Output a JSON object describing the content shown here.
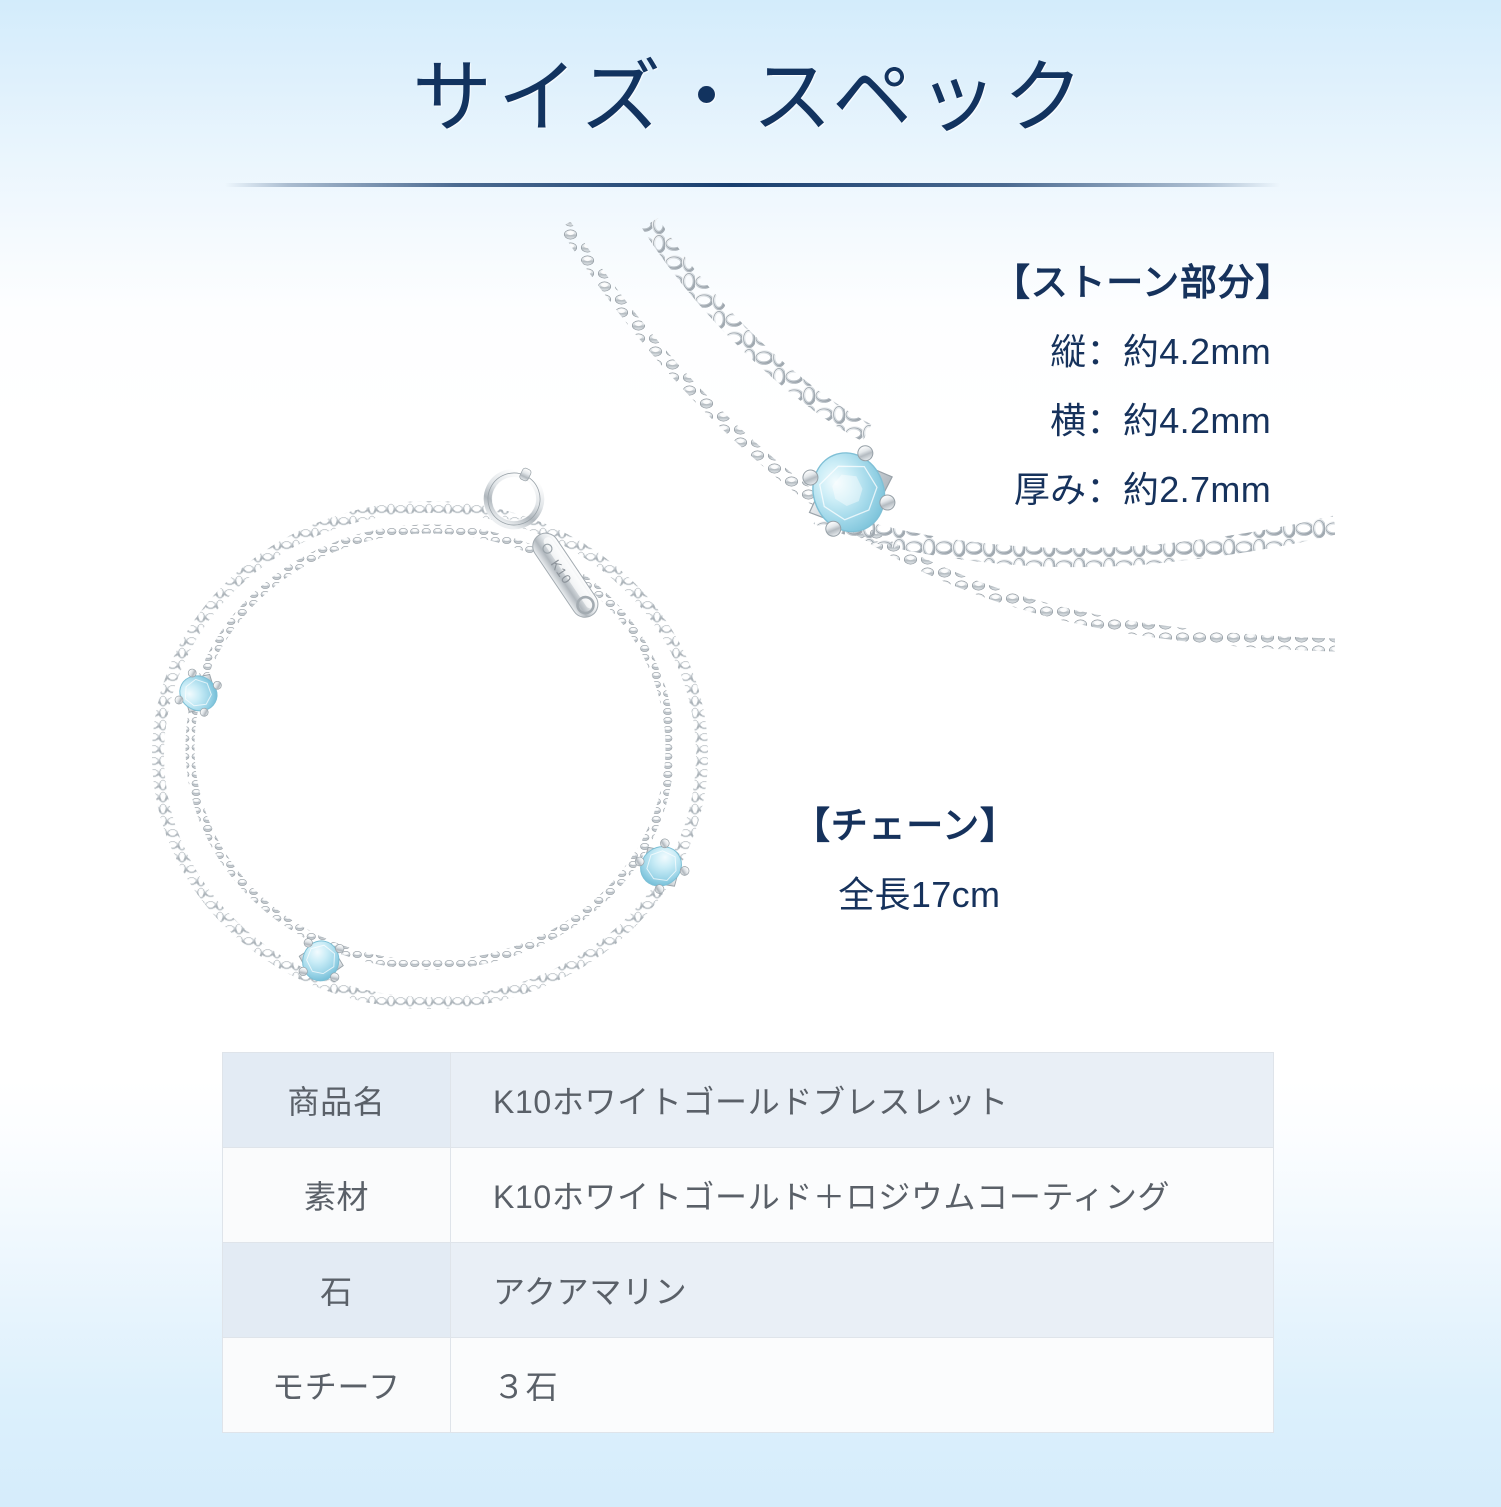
{
  "page": {
    "title": "サイズ・スペック",
    "accent_color": "#12335f",
    "text_color": "#16325c",
    "table_text_color": "#5a6068",
    "background_top_color": "#d3ecfb",
    "background_bottom_color": "#d5ecfb",
    "stone_color": "#a9dcee"
  },
  "stone_spec": {
    "heading": "【ストーン部分】",
    "lines": [
      "縦：約4.2mm",
      "横：約4.2mm",
      "厚み：約2.7mm"
    ]
  },
  "chain_spec": {
    "heading": "【チェーン】",
    "lines": [
      "全長17cm"
    ]
  },
  "photos": {
    "bracelet": {
      "alt": "K10ホワイトゴールド 3石アクアマリン ダブルチェーンブレスレット 全体",
      "clasp_stamp": "K10",
      "stone_count": 3
    },
    "closeup": {
      "alt": "アクアマリンストーンとチェーンの拡大",
      "stone_count": 1
    }
  },
  "spec_table": {
    "rows": [
      {
        "label": "商品名",
        "value": "K10ホワイトゴールドブレスレット"
      },
      {
        "label": "素材",
        "value": "K10ホワイトゴールド＋ロジウムコーティング"
      },
      {
        "label": "石",
        "value": "アクアマリン"
      },
      {
        "label": "モチーフ",
        "value": "３石"
      }
    ]
  }
}
